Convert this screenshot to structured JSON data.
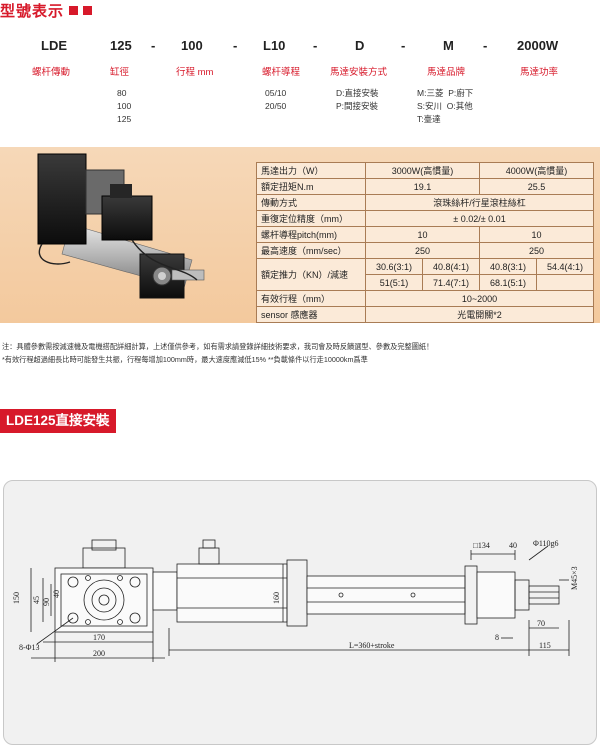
{
  "header": {
    "title": "型號表示"
  },
  "model_code": [
    {
      "code": "LDE",
      "label": "螺杆傳動"
    },
    {
      "code": "125",
      "label": "缸徑"
    },
    {
      "code": "100",
      "label": "行程 mm"
    },
    {
      "code": "L10",
      "label": "螺杆導程"
    },
    {
      "code": "D",
      "label": "馬達安裝方式"
    },
    {
      "code": "M",
      "label": "馬達品牌"
    },
    {
      "code": "2000W",
      "label": "馬達功率"
    }
  ],
  "separator": "-",
  "options": {
    "bore": [
      "80",
      "100",
      "125"
    ],
    "lead": [
      "05/10",
      "20/50"
    ],
    "mount": [
      "D:直接安裝",
      "P:間接安裝"
    ],
    "brand": [
      "M:三菱",
      "P:廚下",
      "S:安川",
      "O:其他",
      "T:臺達"
    ]
  },
  "spec_table": {
    "rows": [
      {
        "label": "馬達出力（W）",
        "values": [
          "3000W(高慣量)",
          "4000W(高慣量)"
        ]
      },
      {
        "label": "額定扭矩N.m",
        "values": [
          "19.1",
          "25.5"
        ]
      },
      {
        "label": "傳動方式",
        "values": [
          "滾珠絲杆/行星滾柱絲杠"
        ]
      },
      {
        "label": "重復定位精度（mm）",
        "values": [
          "± 0.02/± 0.01"
        ]
      },
      {
        "label": "螺杆導程pitch(mm)",
        "values": [
          "10",
          "10"
        ]
      },
      {
        "label": "最高速度（mm/sec）",
        "values": [
          "250",
          "250"
        ]
      },
      {
        "label": "額定推力（KN）/減速",
        "values": [
          "30.6(3:1)",
          "40.8(4:1)",
          "40.8(3:1)",
          "54.4(4:1)",
          "51(5:1)",
          "71.4(7:1)",
          "68.1(5:1)"
        ]
      },
      {
        "label": "有效行程（mm）",
        "values": [
          "10~2000"
        ]
      },
      {
        "label": "sensor 感應器",
        "values": [
          "光電開關*2"
        ]
      }
    ]
  },
  "notes": [
    "注：具體參數需按減速機及電機搭配詳細計算，上述僅供參考，如有需求請登錄詳細技術要求，我司會及時反饋選型、參數及完整圖紙！",
    "*有效行程超過細長比時可能發生共振，行程每增加100mm時，最大速度應減低15%  **負載條件以行走10000km爲準"
  ],
  "section_title": "LDE125直接安裝",
  "drawing": {
    "left_dims": [
      "150",
      "170",
      "200",
      "8-Φ13",
      "45",
      "90",
      "40"
    ],
    "right_dims": [
      "□134",
      "40",
      "Φ110g6",
      "M45×3",
      "160",
      "70",
      "8",
      "L=360+stroke",
      "115"
    ]
  }
}
